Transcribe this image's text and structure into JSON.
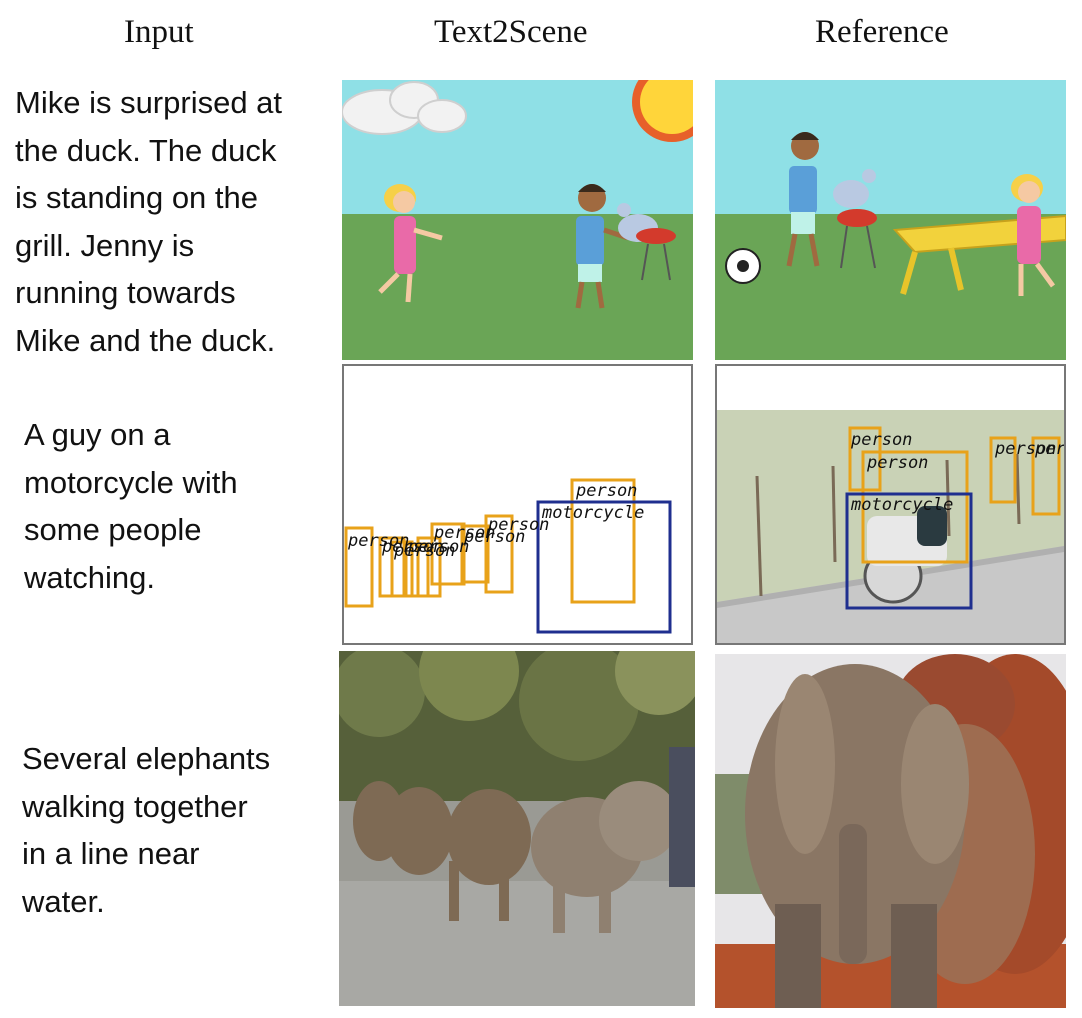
{
  "headers": {
    "input": "Input",
    "text2scene": "Text2Scene",
    "reference": "Reference"
  },
  "rows": [
    {
      "input": "Mike is surprised at\nthe duck. The duck\nis standing on the\ngrill. Jenny is\nrunning towards\nMike and the duck."
    },
    {
      "input": "A guy on a\nmotorcycle with\nsome people\nwatching.",
      "gen_labels": {
        "p1": "person",
        "p2": "person",
        "p3": "person",
        "p4": "person",
        "p5": "person",
        "p6": "person",
        "p7": "person",
        "big_person": "person",
        "moto": "motorcycle"
      },
      "ref_labels": {
        "p1": "person",
        "p2": "person",
        "moto": "motorcycle",
        "p3": "person",
        "p4": "person"
      }
    },
    {
      "input": "Several elephants\nwalking together\nin a line near\nwater."
    }
  ],
  "colors": {
    "person_box": "#e8a21a",
    "motorcycle_box": "#1f2f8f",
    "sky": "#8fe0e6",
    "grass": "#6aa556"
  }
}
